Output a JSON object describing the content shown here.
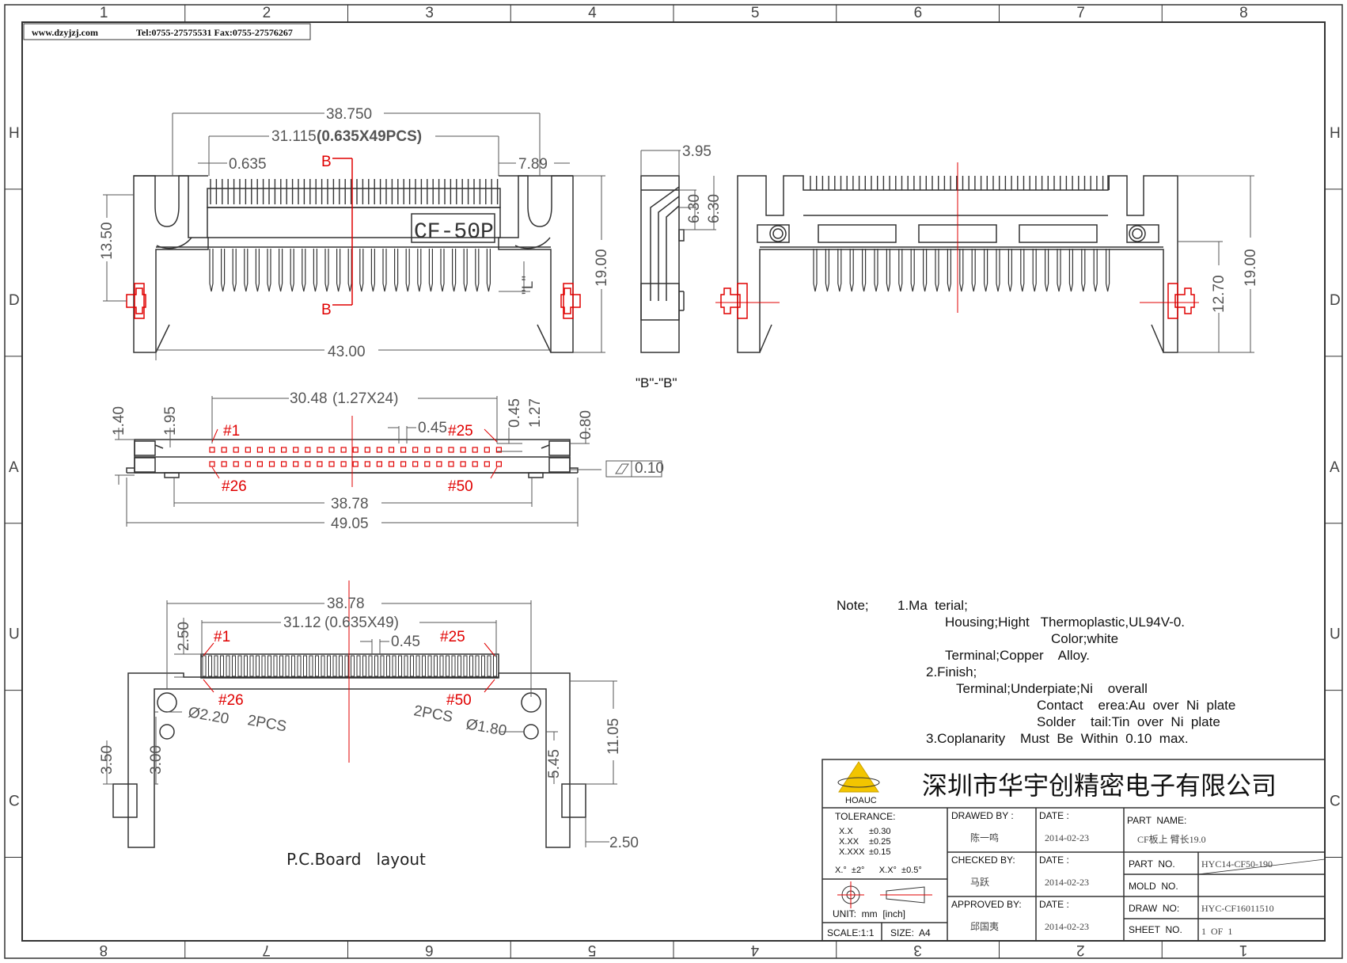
{
  "header": {
    "website": "www.dzyjzj.com",
    "contact": "Tel:0755-27575531  Fax:0755-27576267"
  },
  "zones": {
    "top": [
      "1",
      "2",
      "3",
      "4",
      "5",
      "6",
      "7",
      "8"
    ],
    "bottom": [
      "8",
      "7",
      "6",
      "5",
      "4",
      "3",
      "2",
      "1"
    ],
    "left": [
      "H",
      "D",
      "A",
      "U",
      "C"
    ],
    "right": [
      "H",
      "D",
      "A",
      "U",
      "C"
    ]
  },
  "front_view": {
    "dims": {
      "overall": "38.750",
      "pitch_span": "31.115",
      "pitch_span_note": "(0.635X49PCS)",
      "pitch": "0.635",
      "right_offset": "7.89",
      "height_left": "13.50",
      "height_right": "19.00",
      "width_bottom": "43.00",
      "l_label": "\"L\""
    },
    "label": "CF-50P",
    "section_marker": "B"
  },
  "side_view": {
    "dims": {
      "top": "3.95",
      "a": "6.30",
      "b": "6.30"
    },
    "section_label": "\"B\"-\"B\""
  },
  "rear_view": {
    "dims": {
      "h1": "12.70",
      "h2": "19.00"
    }
  },
  "top_view": {
    "dims": {
      "span": "30.48",
      "span_note": "(1.27X24)",
      "pitch": "0.45",
      "h1": "1.40",
      "h2": "1.95",
      "r1": "0.45",
      "r2": "1.27",
      "r3": "0.80",
      "width1": "38.78",
      "width2": "49.05",
      "flatness": "0.10"
    },
    "pins": {
      "p1": "#1",
      "p25": "#25",
      "p26": "#26",
      "p50": "#50"
    }
  },
  "pcb_layout": {
    "dims": {
      "overall": "38.78",
      "span": "31.12",
      "span_note": "(0.635X49)",
      "pitch": "0.45",
      "top": "2.50",
      "hole_left": "Ø2.20",
      "hole_left_qty": "2PCS",
      "hole_right": "Ø1.80",
      "hole_right_qty": "2PCS",
      "left_a": "3.50",
      "left_b": "3.00",
      "right_a": "5.45",
      "right_b": "11.05",
      "right_c": "2.50"
    },
    "pins": {
      "p1": "#1",
      "p25": "#25",
      "p26": "#26",
      "p50": "#50"
    },
    "caption": "P.C.Board   layout"
  },
  "notes": {
    "title": "Note;",
    "lines": [
      "1.Ma  terial;",
      "Housing;Hight   Thermoplastic,UL94V-0.",
      "Color;white",
      "Terminal;Copper    Alloy.",
      "2.Finish;",
      "Terminal;Underpiate;Ni    overall",
      "Contact    erea:Au  over  Ni  plate",
      "Solder    tail:Tin  over  Ni  plate",
      "3.Coplanarity    Must  Be  Within  0.10  max."
    ]
  },
  "title_block": {
    "company": "深圳市华宇创精密电子有限公司",
    "logo_text": "HOAUC",
    "tolerance_label": "TOLERANCE:",
    "tol": [
      [
        "X.X",
        "±0.30"
      ],
      [
        "X.XX",
        "±0.25"
      ],
      [
        "X.XXX",
        "±0.15"
      ]
    ],
    "angle_tol": "X.°  ±2°      X.X°  ±0.5°",
    "unit": "UNIT:  mm  [inch]",
    "scale": "SCALE:1:1",
    "size": "SIZE:  A4",
    "drawn_by_label": "DRAWED BY :",
    "drawn_by": "陈一鸣",
    "checked_by_label": "CHECKED BY:",
    "checked_by": "马跃",
    "approved_by_label": "APPROVED BY:",
    "approved_by": "邱国夷",
    "date_label": "DATE :",
    "date1": "2014-02-23",
    "date2": "2014-02-23",
    "date3": "2014-02-23",
    "part_name_label": "PART  NAME:",
    "part_name": "CF板上 臂长19.0",
    "part_no_label": "PART  NO.",
    "part_no": "HYC14-CF50-190",
    "mold_no_label": "MOLD  NO.",
    "mold_no": "",
    "draw_no_label": "DRAW  NO:",
    "draw_no": "HYC-CF16011510",
    "sheet_no_label": "SHEET  NO.",
    "sheet_no": "1  OF  1"
  },
  "colors": {
    "line": "#333333",
    "dim": "#555555",
    "red": "#e00000",
    "logo": "#f2c500"
  }
}
